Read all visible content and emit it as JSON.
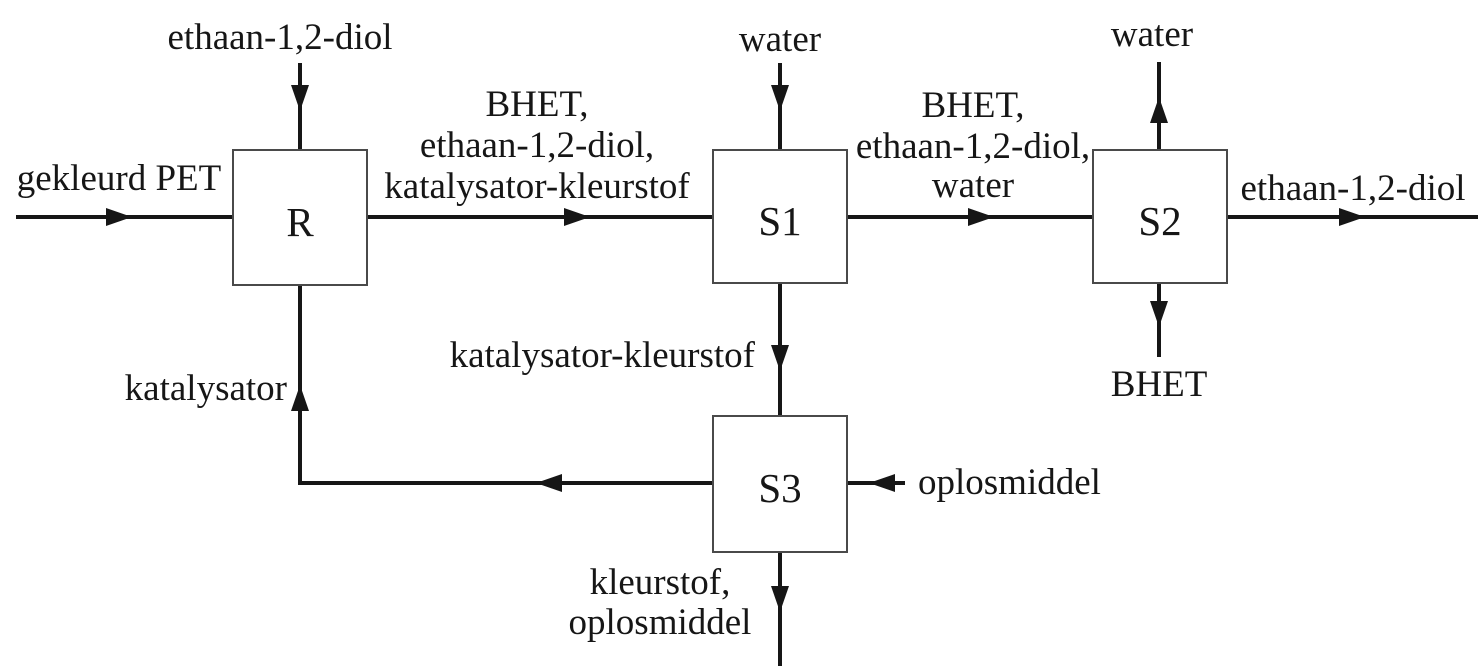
{
  "diagram": {
    "type": "process-flow-block-diagram",
    "colors": {
      "ink": "#161616",
      "box_border": "#4a4a4a",
      "background": "#ffffff"
    },
    "nodes": {
      "reactor": "R",
      "separator1": "S1",
      "separator2": "S2",
      "separator3": "S3"
    },
    "streams": {
      "feed_left": "gekleurd PET",
      "r_top_in": "ethaan-1,2-diol",
      "r_to_s1": [
        "BHET,",
        "ethaan-1,2-diol,",
        "katalysator-kleurstof"
      ],
      "s1_top_in": "water",
      "s1_to_s2": [
        "BHET,",
        "ethaan-1,2-diol,",
        "water"
      ],
      "s2_top_out": "water",
      "s2_right_out": "ethaan-1,2-diol",
      "s2_bottom_out": "BHET",
      "s1_to_s3": "katalysator-kleurstof",
      "s3_right_in": "oplosmiddel",
      "s3_bottom_out": [
        "kleurstof,",
        "oplosmiddel"
      ],
      "s3_to_r_recycle": "katalysator"
    }
  }
}
